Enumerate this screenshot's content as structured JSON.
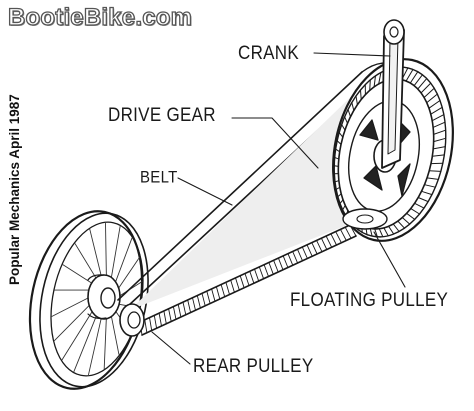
{
  "watermark": "BootieBike.com",
  "side_caption": "Popular Mechanics April 1987",
  "labels": {
    "crank": "CRANK",
    "drive_gear": "DRIVE GEAR",
    "belt": "BELT",
    "floating_pulley": "FLOATING PULLEY",
    "rear_pulley": "REAR PULLEY"
  }
}
